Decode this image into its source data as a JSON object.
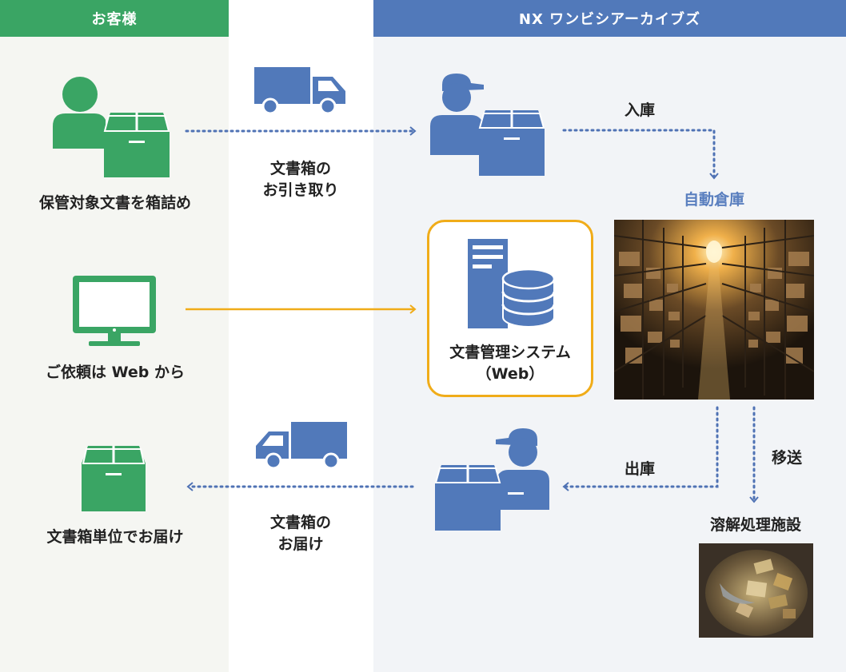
{
  "headers": {
    "customer": "お客様",
    "nx": "NX ワンビシアーカイブズ"
  },
  "labels": {
    "pack": "保管対象文書を箱詰め",
    "pickup_line1": "文書箱の",
    "pickup_line2": "お引き取り",
    "store_in": "入庫",
    "auto_warehouse": "自動倉庫",
    "request_web": "ご依頼は Web から",
    "system_line1": "文書管理システム",
    "system_line2": "（Web）",
    "move": "移送",
    "store_out": "出庫",
    "delivery_line1": "文書箱の",
    "delivery_line2": "お届け",
    "box_delivery": "文書箱単位でお届け",
    "dissolve": "溶解処理施設"
  },
  "colors": {
    "green": "#3aa564",
    "blue": "#5179ba",
    "orange": "#f0ac19",
    "label_blue": "#5a7fbf"
  },
  "icons": [
    "person-with-box-icon",
    "truck-icon",
    "worker-with-box-icon",
    "monitor-icon",
    "server-database-icon",
    "box-icon"
  ]
}
